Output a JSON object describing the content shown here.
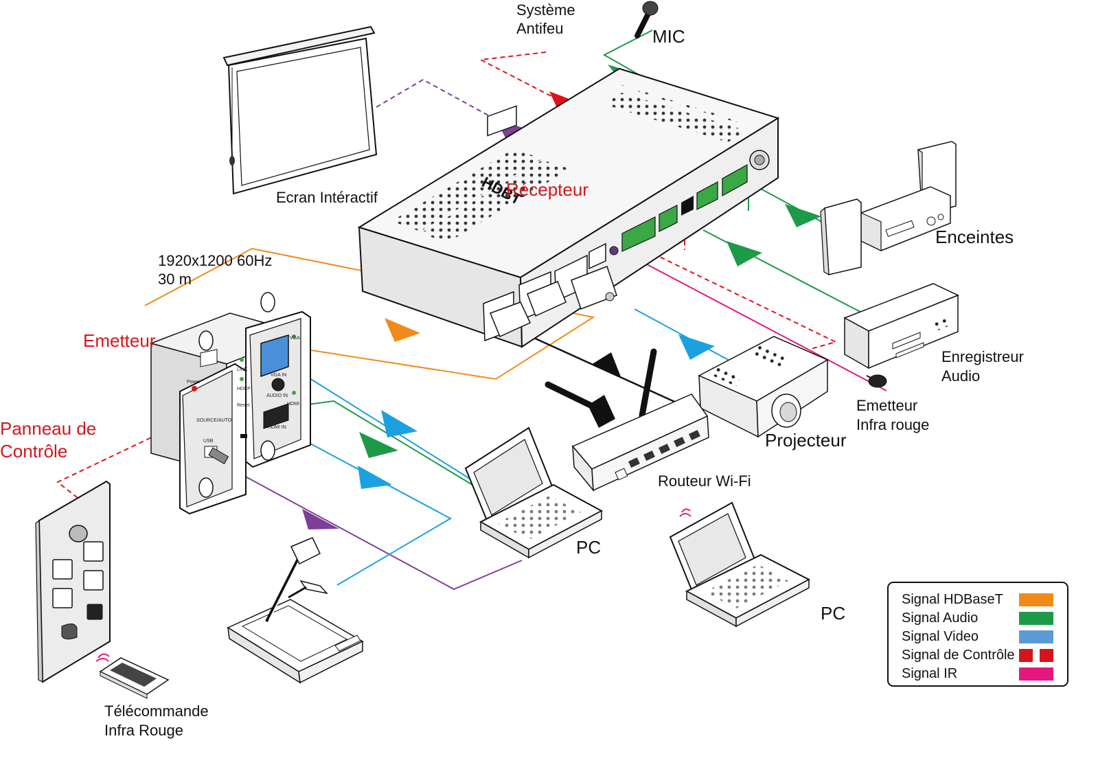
{
  "labels": {
    "systeme_antifeu_1": "Système",
    "systeme_antifeu_2": "Antifeu",
    "mic": "MIC",
    "ecran": "Ecran Intéractif",
    "recepteur": "Récepteur",
    "enceintes": "Enceintes",
    "resolution": "1920x1200 60Hz",
    "distance": "30 m",
    "emetteur": "Emetteur",
    "panneau_1": "Panneau de",
    "panneau_2": "Contrôle",
    "enregistreur_1": "Enregistreur",
    "enregistreur_2": "Audio",
    "emetteur_ir_1": "Emetteur",
    "emetteur_ir_2": "Infra rouge",
    "projecteur": "Projecteur",
    "routeur": "Routeur Wi-Fi",
    "pc_1": "PC",
    "pc_2": "PC",
    "telecommande_1": "Télécommande",
    "telecommande_2": "Infra Rouge",
    "brand": "HDBT"
  },
  "panel_text": {
    "power": "Power",
    "link": "LINK",
    "hdcp": "HDCP",
    "reset": "Reset",
    "source_auto": "SOURCE/AUTO",
    "usb": "USB",
    "vga": "VGA",
    "vga_in": "VGA IN",
    "audio_in": "AUDIO IN",
    "hdmi": "HDMI",
    "hdmi_in": "HDMI IN"
  },
  "legend": {
    "items": [
      {
        "label": "Signal HDBaseT",
        "color": "#f28a1a",
        "style": "solid"
      },
      {
        "label": "Signal Audio",
        "color": "#1d9a48",
        "style": "solid"
      },
      {
        "label": "Signal Video",
        "color": "#5b9bd5",
        "style": "solid"
      },
      {
        "label": "Signal de Contrôle",
        "color": "#d4161c",
        "style": "dashed"
      },
      {
        "label": "Signal IR",
        "color": "#e5177e",
        "style": "solid"
      }
    ]
  },
  "colors": {
    "hdbaset": "#f28a1a",
    "audio": "#1d9a48",
    "video": "#1ba1e2",
    "control": "#e3101b",
    "ir": "#e5177e",
    "usb": "#7e3f98",
    "network": "#111111"
  }
}
